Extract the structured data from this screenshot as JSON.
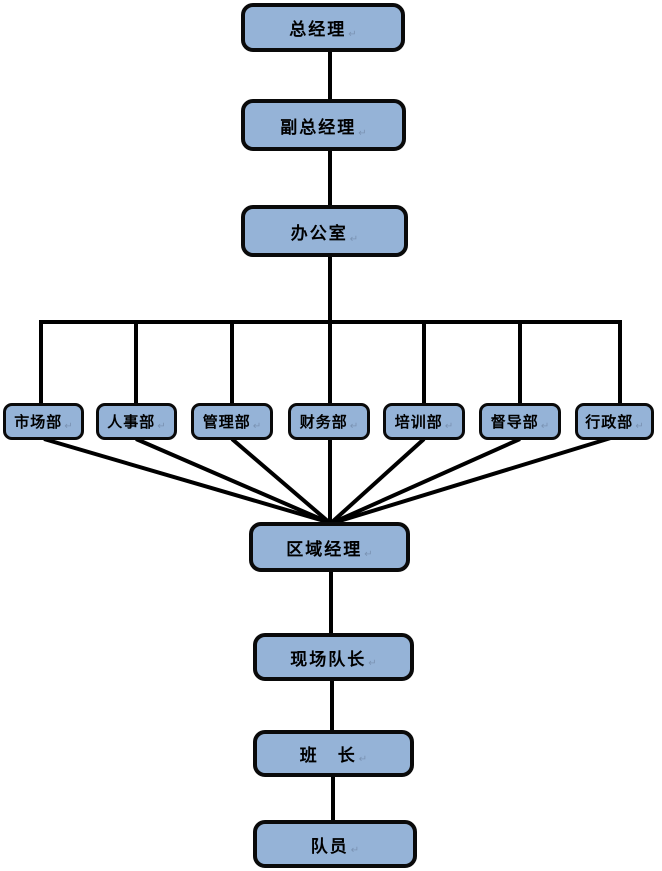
{
  "pm": "↵",
  "colors": {
    "box_fill": "#95B3D7",
    "box_border": "#0A0A0A",
    "line": "#000000",
    "background": "#FFFFFF"
  },
  "diagram": {
    "type": "org-chart",
    "nodes": [
      {
        "id": "general-manager",
        "label": "总经理",
        "level": 1
      },
      {
        "id": "deputy-general-manager",
        "label": "副总经理",
        "level": 2
      },
      {
        "id": "office",
        "label": "办公室",
        "level": 3
      },
      {
        "id": "marketing-dept",
        "label": "市场部",
        "level": 4
      },
      {
        "id": "hr-dept",
        "label": "人事部",
        "level": 4
      },
      {
        "id": "management-dept",
        "label": "管理部",
        "level": 4
      },
      {
        "id": "finance-dept",
        "label": "财务部",
        "level": 4
      },
      {
        "id": "training-dept",
        "label": "培训部",
        "level": 4
      },
      {
        "id": "supervision-dept",
        "label": "督导部",
        "level": 4
      },
      {
        "id": "admin-dept",
        "label": "行政部",
        "level": 4
      },
      {
        "id": "regional-manager",
        "label": "区域经理",
        "level": 5
      },
      {
        "id": "site-captain",
        "label": "现场队长",
        "level": 6
      },
      {
        "id": "squad-leader",
        "label": "班　长",
        "level": 7
      },
      {
        "id": "team-member",
        "label": "队员",
        "level": 8
      }
    ],
    "edges": [
      [
        "general-manager",
        "deputy-general-manager"
      ],
      [
        "deputy-general-manager",
        "office"
      ],
      [
        "office",
        "marketing-dept"
      ],
      [
        "office",
        "hr-dept"
      ],
      [
        "office",
        "management-dept"
      ],
      [
        "office",
        "finance-dept"
      ],
      [
        "office",
        "training-dept"
      ],
      [
        "office",
        "supervision-dept"
      ],
      [
        "office",
        "admin-dept"
      ],
      [
        "marketing-dept",
        "regional-manager"
      ],
      [
        "hr-dept",
        "regional-manager"
      ],
      [
        "management-dept",
        "regional-manager"
      ],
      [
        "finance-dept",
        "regional-manager"
      ],
      [
        "training-dept",
        "regional-manager"
      ],
      [
        "supervision-dept",
        "regional-manager"
      ],
      [
        "admin-dept",
        "regional-manager"
      ],
      [
        "regional-manager",
        "site-captain"
      ],
      [
        "site-captain",
        "squad-leader"
      ],
      [
        "squad-leader",
        "team-member"
      ]
    ]
  }
}
